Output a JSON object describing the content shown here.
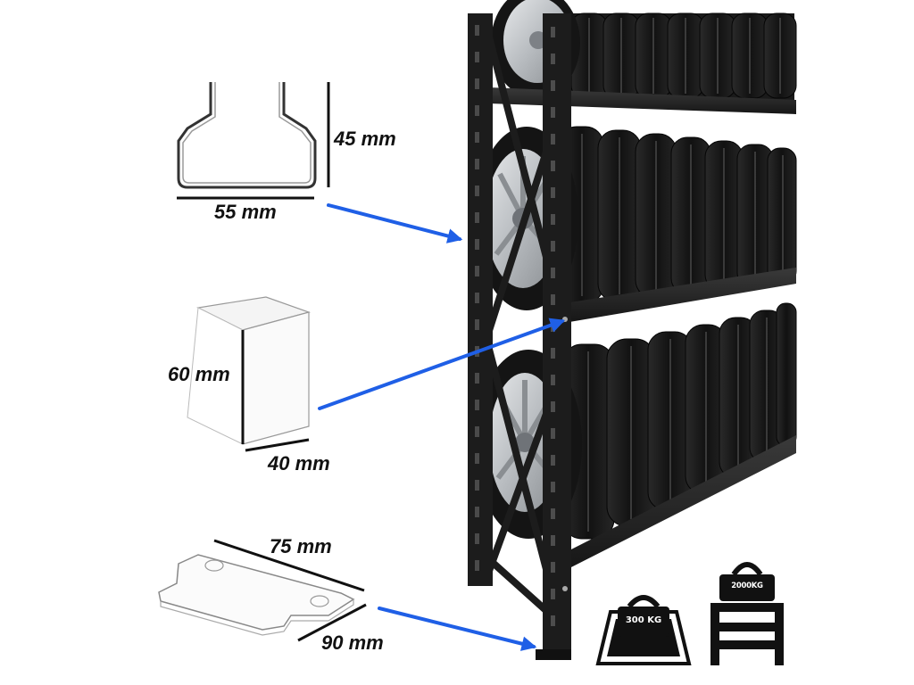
{
  "beam_profile": {
    "height_label": "45 mm",
    "width_label": "55 mm"
  },
  "upright_section": {
    "height_label": "60 mm",
    "depth_label": "40 mm"
  },
  "base_plate": {
    "length_label": "75 mm",
    "width_label": "90 mm"
  },
  "load_capacity": {
    "shelf_load_label": "300 KG",
    "total_load_label": "2000KG"
  },
  "colors": {
    "arrow": "#1f5fe6",
    "frame": "#1c1c1c",
    "tire": "#151515",
    "rim": "#b8bcc0"
  }
}
